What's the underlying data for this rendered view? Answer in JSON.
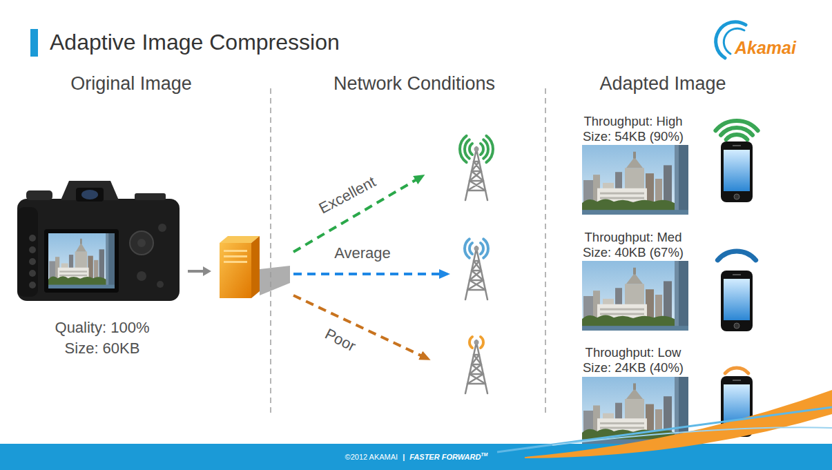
{
  "diagram": {
    "title": "Adaptive Image Compression",
    "labels": [
      "Akamai",
      "Original Image",
      "Network Conditions",
      "Adapted Image",
      "Excellent",
      "Average",
      "Poor",
      "Quality: 100%",
      "Size: 60KB",
      "Throughput: High",
      "Size: 54KB (90%)",
      "Throughput: Med",
      "Size: 40KB (67%)",
      "Throughput: Low",
      "Size: 24KB (40%)",
      "©2012 AKAMAI",
      "|",
      "FASTER FORWARD",
      "TM"
    ]
  }
}
